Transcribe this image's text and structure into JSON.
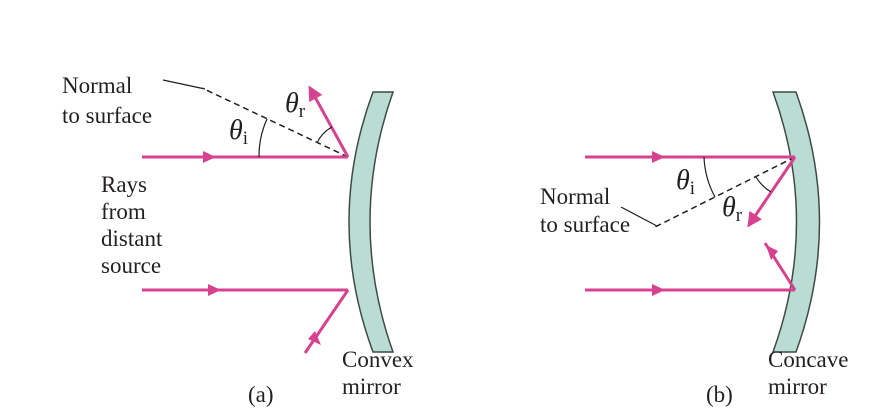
{
  "colors": {
    "ray": "#d6428f",
    "mirror_fill": "#b9ddd2",
    "mirror_edge": "#3f4a47",
    "ink": "#231f20"
  },
  "panel_a": {
    "caption": "(a)",
    "mirror_label_line1": "Convex",
    "mirror_label_line2": "mirror",
    "normal_label_line1": "Normal",
    "normal_label_line2": "to surface",
    "rays_label": [
      "Rays",
      "from",
      "distant",
      "source"
    ],
    "theta_symbol": "θ",
    "incident_sub": "i",
    "reflected_sub": "r"
  },
  "panel_b": {
    "caption": "(b)",
    "mirror_label_line1": "Concave",
    "mirror_label_line2": "mirror",
    "normal_label_line1": "Normal",
    "normal_label_line2": "to surface",
    "theta_symbol": "θ",
    "incident_sub": "i",
    "reflected_sub": "r"
  }
}
